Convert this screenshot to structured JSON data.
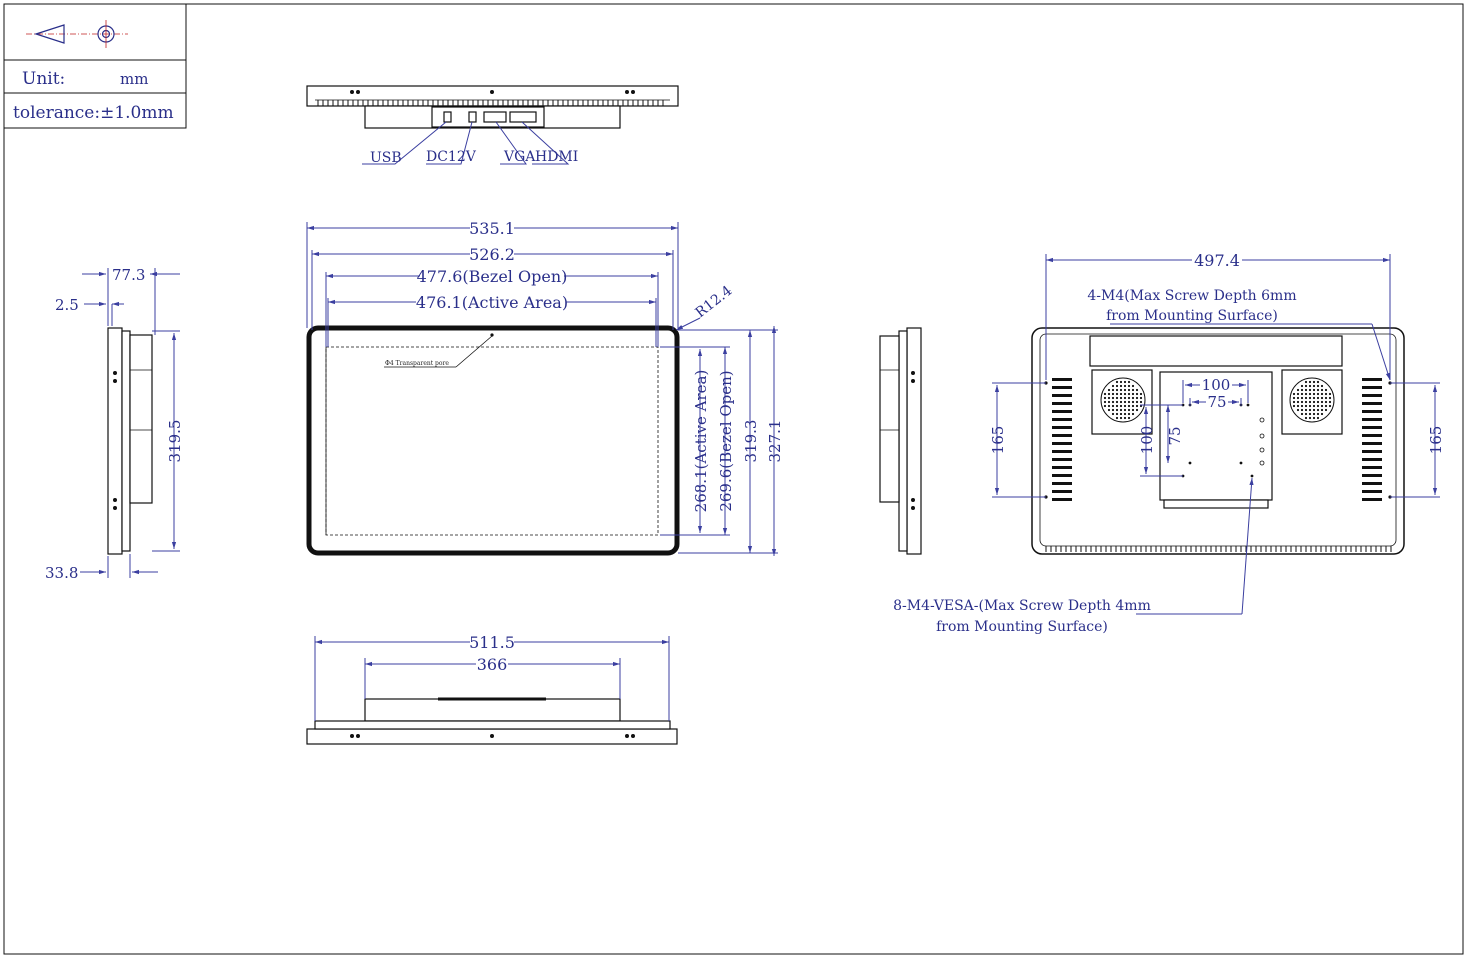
{
  "title_block": {
    "projection_symbol": "first-angle-projection-icon",
    "unit_label": "Unit:",
    "unit_value": "mm",
    "tolerance": "tolerance:±1.0mm"
  },
  "ports": {
    "usb": "USB",
    "dc": "DC12V",
    "vga": "VGA",
    "hdmi": "HDMI"
  },
  "front": {
    "overall_width": "535.1",
    "frame_width": "526.2",
    "bezel_open_width": "477.6(Bezel Open)",
    "active_width": "476.1(Active Area)",
    "corner_radius": "R12.4",
    "transparent_note": "Φ4 Transparent pore",
    "active_height": "268.1(Active Area)",
    "bezel_open_height": "269.6(Bezel Open)",
    "frame_height": "319.3",
    "overall_height": "327.1"
  },
  "side": {
    "depth": "77.3",
    "flange": "2.5",
    "height": "319.5",
    "bottom_depth": "33.8"
  },
  "bottom": {
    "overall_width": "511.5",
    "housing_width": "366"
  },
  "rear": {
    "mount_width": "497.4",
    "m4_note_line1": "4-M4(Max Screw Depth 6mm",
    "m4_note_line2": "from Mounting Surface)",
    "height_left": "165",
    "height_right": "165",
    "vesa_100h": "100",
    "vesa_75h": "75",
    "vesa_100v": "100",
    "vesa_75v": "75",
    "vesa_note_line1": "8-M4-VESA-(Max Screw Depth 4mm",
    "vesa_note_line2": "from Mounting Surface)"
  }
}
